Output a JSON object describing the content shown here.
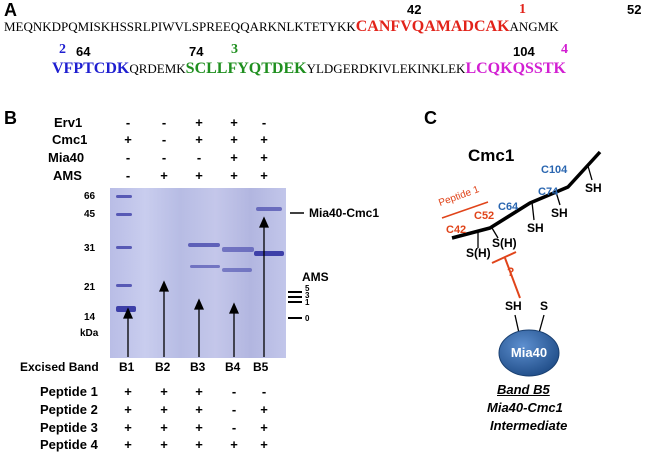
{
  "panels": {
    "a": "A",
    "b": "B",
    "c": "C"
  },
  "panel_a": {
    "line1": {
      "prefix": "MEQNKDPQMISKHSSRLPIWVLSPREEQQARKNLKTETYKK",
      "pep1": "CANFVQAMADCAK",
      "suffix": "ANGMK"
    },
    "line2": {
      "pep2": "VFPTCDK",
      "mid1": "QRDEMK",
      "pep3": "SCLLFYQTDEK",
      "mid2": "YLDGERDKIVLEKINKLEK",
      "pep4": "LCQKQSSTK"
    },
    "numbers": {
      "n42": "42",
      "n52": "52",
      "n64": "64",
      "n74": "74",
      "n104": "104"
    },
    "peptide_numbers": {
      "p1": "1",
      "p2": "2",
      "p3": "3",
      "p4": "4"
    }
  },
  "panel_b": {
    "conditions": [
      {
        "name": "Erv1",
        "signs": [
          "-",
          "-",
          "+",
          "+",
          "-"
        ]
      },
      {
        "name": "Cmc1",
        "signs": [
          "+",
          "-",
          "+",
          "+",
          "+"
        ]
      },
      {
        "name": "Mia40",
        "signs": [
          "-",
          "-",
          "-",
          "+",
          "+"
        ]
      },
      {
        "name": "AMS",
        "signs": [
          "-",
          "+",
          "+",
          "+",
          "+"
        ]
      }
    ],
    "markers": [
      "66",
      "45",
      "31",
      "21",
      "14"
    ],
    "kda": "kDa",
    "mia40_cmc1_label": "Mia40-Cmc1",
    "ams_label": "AMS",
    "ams_ticks": [
      "5",
      "3",
      "1",
      "0"
    ],
    "excised_label": "Excised Band",
    "lanes": [
      "B1",
      "B2",
      "B3",
      "B4",
      "B5"
    ],
    "peptides": [
      {
        "name": "Peptide 1",
        "signs": [
          "+",
          "+",
          "+",
          "-",
          "-"
        ]
      },
      {
        "name": "Peptide 2",
        "signs": [
          "+",
          "+",
          "+",
          "-",
          "+"
        ]
      },
      {
        "name": "Peptide 3",
        "signs": [
          "+",
          "+",
          "+",
          "-",
          "+"
        ]
      },
      {
        "name": "Peptide 4",
        "signs": [
          "+",
          "+",
          "+",
          "+",
          "+"
        ]
      }
    ]
  },
  "panel_c": {
    "cmc1": "Cmc1",
    "c104": "C104",
    "c74": "C74",
    "c64": "C64",
    "c52": "C52",
    "c42": "C42",
    "peptide1": "Peptide 1",
    "sh1": "SH",
    "sh2": "SH",
    "sh3": "SH",
    "s_h1": "S(H)",
    "s_h2": "S(H)",
    "question": "?",
    "mia_sh": "SH",
    "mia_s": "S",
    "mia40": "Mia40",
    "caption1": "Band B5",
    "caption2": "Mia40-Cmc1",
    "caption3": "Intermediate",
    "colors": {
      "orange": "#e0441a",
      "blue": "#2a66b0",
      "mia": "#2d5f9e"
    }
  }
}
